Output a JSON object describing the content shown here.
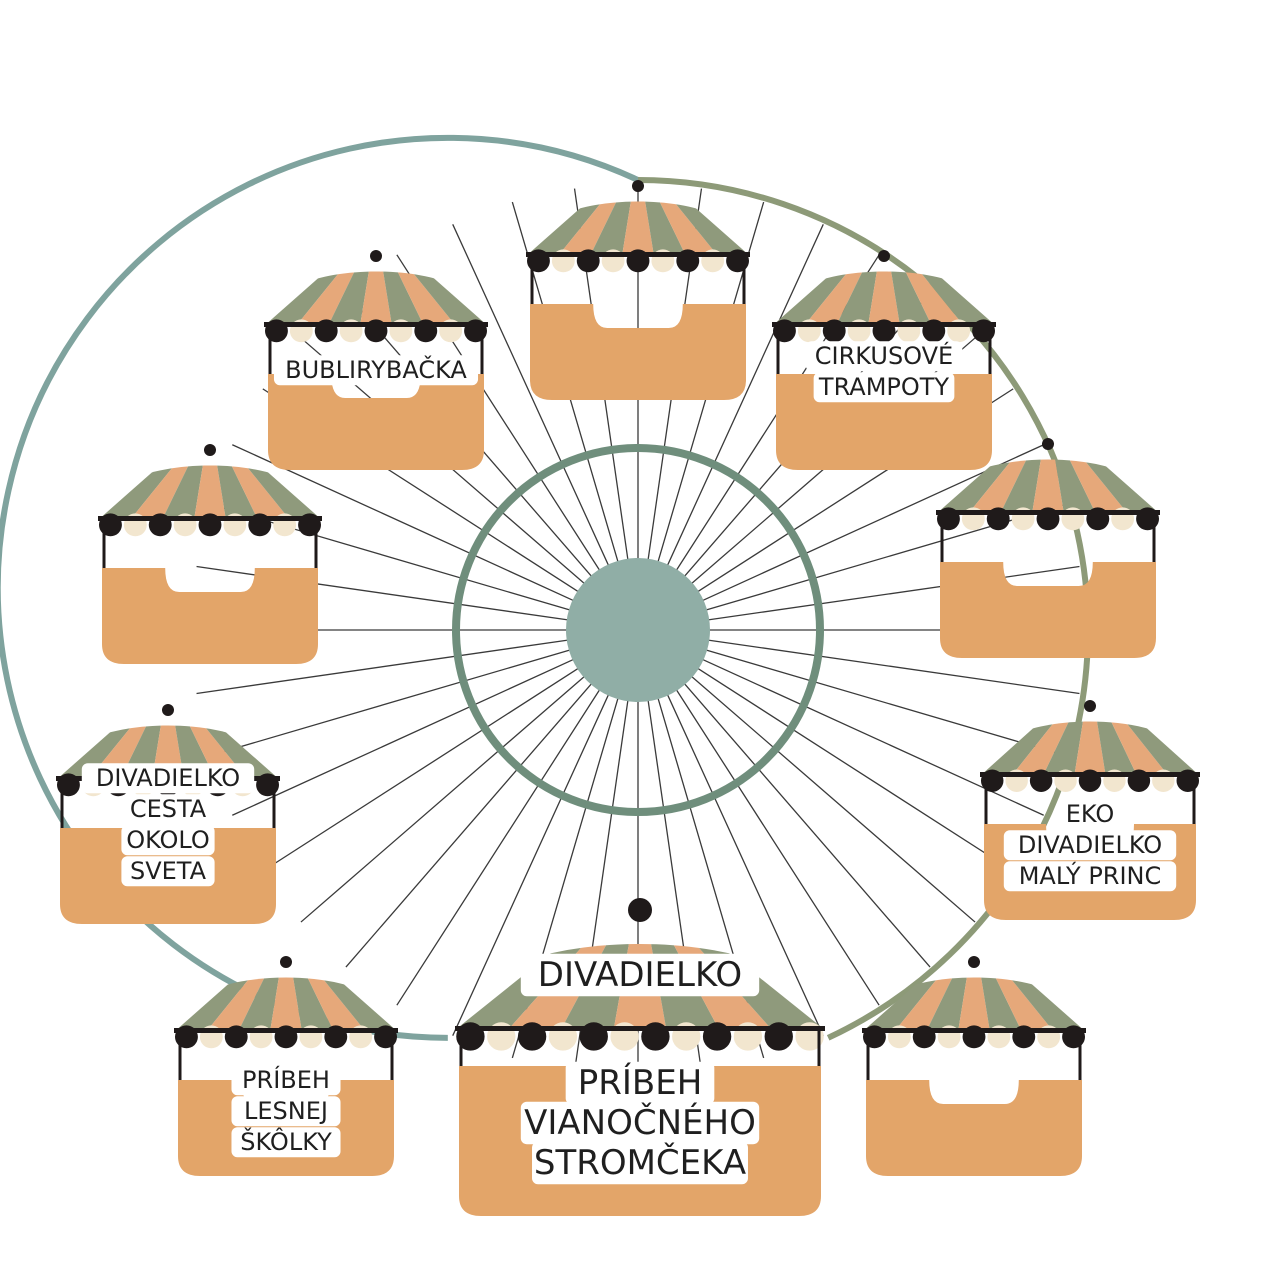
{
  "colors": {
    "rim": "#7fa39e",
    "rim_right": "#8d9a78",
    "hub_ring": "#6f8e7c",
    "hub": "#90aea6",
    "spoke": "#3a3a3a",
    "canopy_green": "#8f9a7c",
    "canopy_peach": "#e6a87a",
    "basket": "#e3a569",
    "scallop_dark": "#1f1a1a",
    "scallop_cream": "#f2e6cf",
    "label_bg": "#ffffff"
  },
  "gondolas": [
    {
      "id": "top",
      "lines": []
    },
    {
      "id": "upper-right",
      "lines": [
        "CIRKUSOVÉ",
        "TRAMPOTY"
      ]
    },
    {
      "id": "right",
      "lines": []
    },
    {
      "id": "lower-right",
      "lines": [
        "EKO",
        "DIVADIELKO",
        "MALÝ PRINC"
      ]
    },
    {
      "id": "bottom-right",
      "lines": []
    },
    {
      "id": "bottom",
      "lines": [
        "PRÍBEH",
        "VIANOČNÉHO",
        "STROMČEKA"
      ],
      "canopy_label": "DIVADIELKO"
    },
    {
      "id": "bottom-left",
      "lines": [
        "PRÍBEH",
        "LESNEJ",
        "ŠKÔLKY"
      ]
    },
    {
      "id": "lower-left",
      "lines": [
        "DIVADIELKO",
        "CESTA",
        "OKOLO",
        "SVETA"
      ]
    },
    {
      "id": "left",
      "lines": []
    },
    {
      "id": "upper-left",
      "lines": [
        "BUBLIRYBAČKA"
      ]
    }
  ]
}
